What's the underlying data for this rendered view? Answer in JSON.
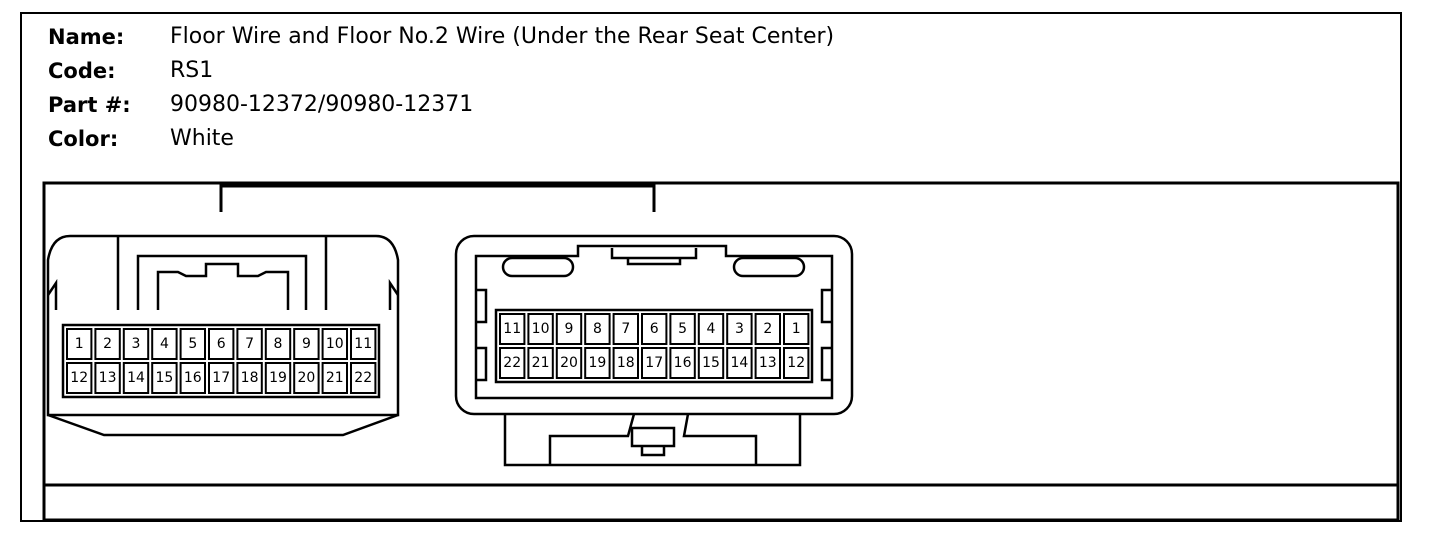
{
  "header": {
    "name_label": "Name:",
    "name_value": "Floor Wire and Floor No.2 Wire (Under the Rear Seat Center)",
    "code_label": "Code:",
    "code_value": "RS1",
    "part_label": "Part #:",
    "part_value": "90980-12372/90980-12371",
    "color_label": "Color:",
    "color_value": "White"
  },
  "left_connector": {
    "top_row": [
      "1",
      "2",
      "3",
      "4",
      "5",
      "6",
      "7",
      "8",
      "9",
      "10",
      "11"
    ],
    "bottom_row": [
      "12",
      "13",
      "14",
      "15",
      "16",
      "17",
      "18",
      "19",
      "20",
      "21",
      "22"
    ]
  },
  "right_connector": {
    "top_row": [
      "11",
      "10",
      "9",
      "8",
      "7",
      "6",
      "5",
      "4",
      "3",
      "2",
      "1"
    ],
    "bottom_row": [
      "22",
      "21",
      "20",
      "19",
      "18",
      "17",
      "16",
      "15",
      "14",
      "13",
      "12"
    ]
  }
}
